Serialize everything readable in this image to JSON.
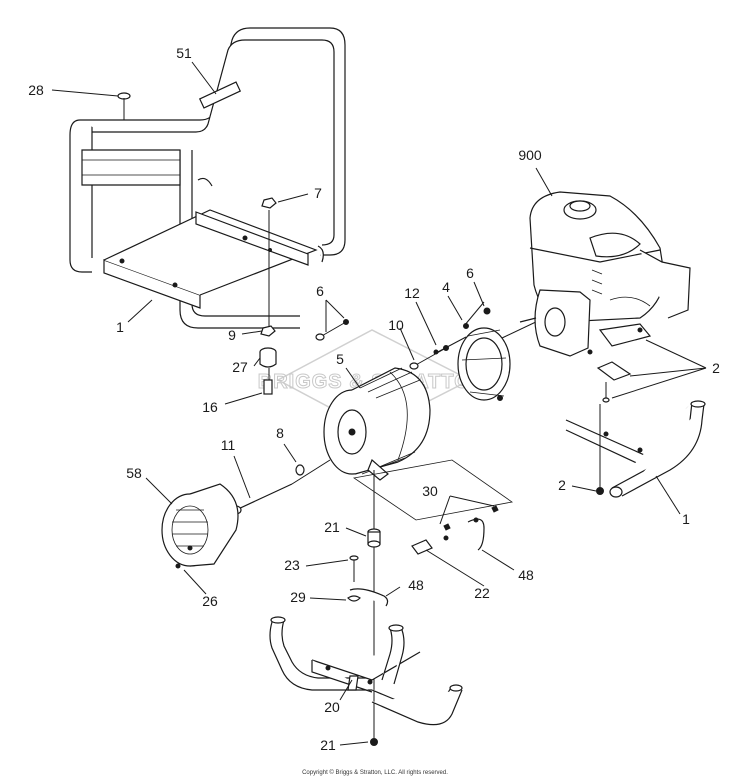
{
  "watermark": {
    "text": "BRIGGS & STRATTON"
  },
  "labels": {
    "p51": "51",
    "p28": "28",
    "p7": "7",
    "p1_top": "1",
    "p9": "9",
    "p27": "27",
    "p16": "16",
    "p6_a": "6",
    "p5": "5",
    "p12": "12",
    "p4": "4",
    "p6_b": "6",
    "p10": "10",
    "p900": "900",
    "p2_right": "2",
    "p2_lower": "2",
    "p1_right": "1",
    "p11": "11",
    "p8": "8",
    "p58": "58",
    "p26": "26",
    "p21_top": "21",
    "p30": "30",
    "p23": "23",
    "p48_left": "48",
    "p48_right": "48",
    "p22": "22",
    "p29": "29",
    "p20": "20",
    "p21_bottom": "21"
  },
  "copyright": "Copyright © Briggs & Stratton, LLC. All rights reserved."
}
